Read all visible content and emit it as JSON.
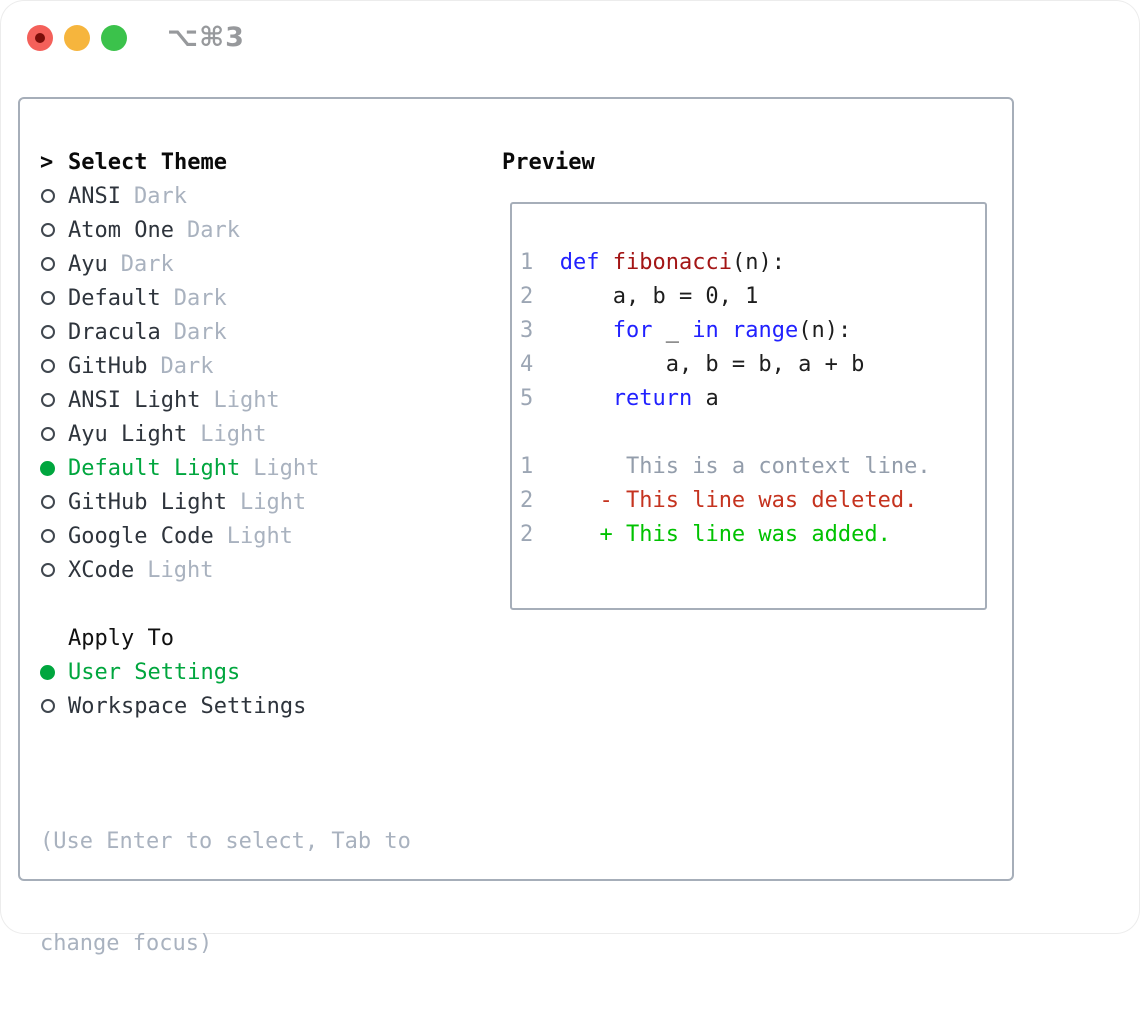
{
  "titlebar": {
    "title": "⌥⌘3"
  },
  "theme_selector": {
    "prompt": ">",
    "heading": "Select Theme",
    "themes": [
      {
        "name": "ANSI",
        "tag": "Dark",
        "selected": false
      },
      {
        "name": "Atom One",
        "tag": "Dark",
        "selected": false
      },
      {
        "name": "Ayu",
        "tag": "Dark",
        "selected": false
      },
      {
        "name": "Default",
        "tag": "Dark",
        "selected": false
      },
      {
        "name": "Dracula",
        "tag": "Dark",
        "selected": false
      },
      {
        "name": "GitHub",
        "tag": "Dark",
        "selected": false
      },
      {
        "name": "ANSI Light",
        "tag": "Light",
        "selected": false
      },
      {
        "name": "Ayu Light",
        "tag": "Light",
        "selected": false
      },
      {
        "name": "Default Light",
        "tag": "Light",
        "selected": true
      },
      {
        "name": "GitHub Light",
        "tag": "Light",
        "selected": false
      },
      {
        "name": "Google Code",
        "tag": "Light",
        "selected": false
      },
      {
        "name": "XCode",
        "tag": "Light",
        "selected": false
      }
    ]
  },
  "apply_to": {
    "heading": "Apply To",
    "options": [
      {
        "name": "User Settings",
        "selected": true
      },
      {
        "name": "Workspace Settings",
        "selected": false
      }
    ]
  },
  "hint": {
    "line1": "(Use Enter to select, Tab to",
    "line2": "change focus)"
  },
  "preview": {
    "heading": "Preview",
    "lines": [
      [
        [
          "ln",
          "1"
        ],
        [
          "pl",
          "  "
        ],
        [
          "kw",
          "def"
        ],
        [
          "pl",
          " "
        ],
        [
          "fn",
          "fibonacci"
        ],
        [
          "pl",
          "(n):"
        ]
      ],
      [
        [
          "ln",
          "2"
        ],
        [
          "pl",
          "      a, b = 0, 1"
        ]
      ],
      [
        [
          "ln",
          "3"
        ],
        [
          "pl",
          "      "
        ],
        [
          "kw",
          "for"
        ],
        [
          "pl",
          " _ "
        ],
        [
          "kw",
          "in"
        ],
        [
          "pl",
          " "
        ],
        [
          "kw",
          "range"
        ],
        [
          "pl",
          "(n):"
        ]
      ],
      [
        [
          "ln",
          "4"
        ],
        [
          "pl",
          "          a, b = b, a + b"
        ]
      ],
      [
        [
          "ln",
          "5"
        ],
        [
          "pl",
          "      "
        ],
        [
          "kw",
          "return"
        ],
        [
          "pl",
          " a"
        ]
      ],
      [],
      [
        [
          "ln",
          "1"
        ],
        [
          "ctx",
          "       This is a context line."
        ]
      ],
      [
        [
          "ln",
          "2"
        ],
        [
          "pl",
          "     "
        ],
        [
          "del",
          "- This line was deleted."
        ]
      ],
      [
        [
          "ln",
          "2"
        ],
        [
          "pl",
          "     "
        ],
        [
          "add",
          "+ This line was added."
        ]
      ]
    ]
  },
  "colors": {
    "border": "#a6aeb9",
    "ink": "#2e343c",
    "gray": "#a9b2bf",
    "radio": "#40474f",
    "green": "#00a63e",
    "blue": "#2121ff",
    "dred": "#a31515",
    "red": "#c5331f",
    "bgreen": "#00c200",
    "lngray": "#9ca6b4",
    "ctxgray": "#939dab",
    "title_gray": "#97999c",
    "tl_red": "#f4605a",
    "tl_red_dot": "#7b0d09",
    "tl_yellow": "#f6b53d",
    "tl_green": "#3bc24b"
  }
}
